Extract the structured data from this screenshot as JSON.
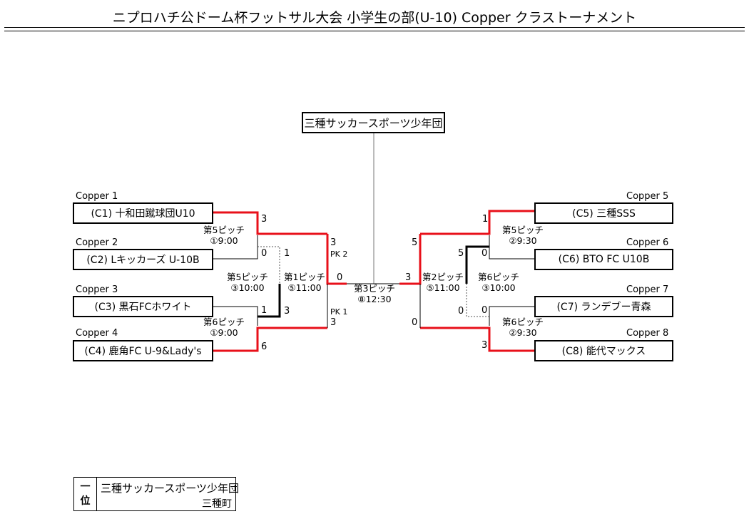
{
  "header": {
    "title": "ニプロハチ公ドーム杯フットサル大会 小学生の部(U-10) Copper クラストーナメント"
  },
  "champion_box": "三種サッカースポーツ少年団",
  "left": {
    "teams": [
      {
        "seed": "Copper 1",
        "name": "(C1) 十和田蹴球団U10"
      },
      {
        "seed": "Copper 2",
        "name": "(C2) Lキッカーズ U-10B"
      },
      {
        "seed": "Copper 3",
        "name": "(C3) 黒石FCホワイト"
      },
      {
        "seed": "Copper 4",
        "name": "(C4) 鹿角FC U-9&Lady's"
      }
    ],
    "m1": {
      "pitch": "第5ピッチ",
      "time": "①9:00",
      "score_a": "3",
      "score_b": "0"
    },
    "m2": {
      "pitch": "第6ピッチ",
      "time": "①9:00",
      "score_a": "1",
      "score_b": "6"
    },
    "m3": {
      "pitch": "第5ピッチ",
      "time": "③10:00",
      "score_a": "1",
      "score_b": "3"
    },
    "m4": {
      "pitch": "第1ピッチ",
      "time": "⑤11:00",
      "score_a": "3",
      "score_b": "3",
      "pk_a": "PK 2",
      "pk_b": "PK 1"
    }
  },
  "right": {
    "teams": [
      {
        "seed": "Copper 5",
        "name": "(C5) 三種SSS"
      },
      {
        "seed": "Copper 6",
        "name": "(C6) BTO FC U10B"
      },
      {
        "seed": "Copper 7",
        "name": "(C7) ランデブー青森"
      },
      {
        "seed": "Copper 8",
        "name": "(C8) 能代マックス"
      }
    ],
    "m1": {
      "pitch": "第5ピッチ",
      "time": "②9:30",
      "score_a": "1",
      "score_b": "0"
    },
    "m2": {
      "pitch": "第6ピッチ",
      "time": "②9:30",
      "score_a": "0",
      "score_b": "3"
    },
    "m3": {
      "pitch": "第6ピッチ",
      "time": "③10:00",
      "score_a": "5",
      "score_b": "0"
    },
    "m4": {
      "pitch": "第2ピッチ",
      "time": "⑤11:00",
      "score_a": "5",
      "score_b": "0"
    }
  },
  "final": {
    "pitch": "第3ピッチ",
    "time": "⑧12:30",
    "score_left": "0",
    "score_right": "3"
  },
  "result": {
    "rank": "一位",
    "rank_1": "一",
    "rank_2": "位",
    "team": "三種サッカースポーツ少年団",
    "town": "三種町"
  },
  "colors": {
    "winner_line": "#e8101a",
    "line": "#000000",
    "stem": "#777777"
  }
}
